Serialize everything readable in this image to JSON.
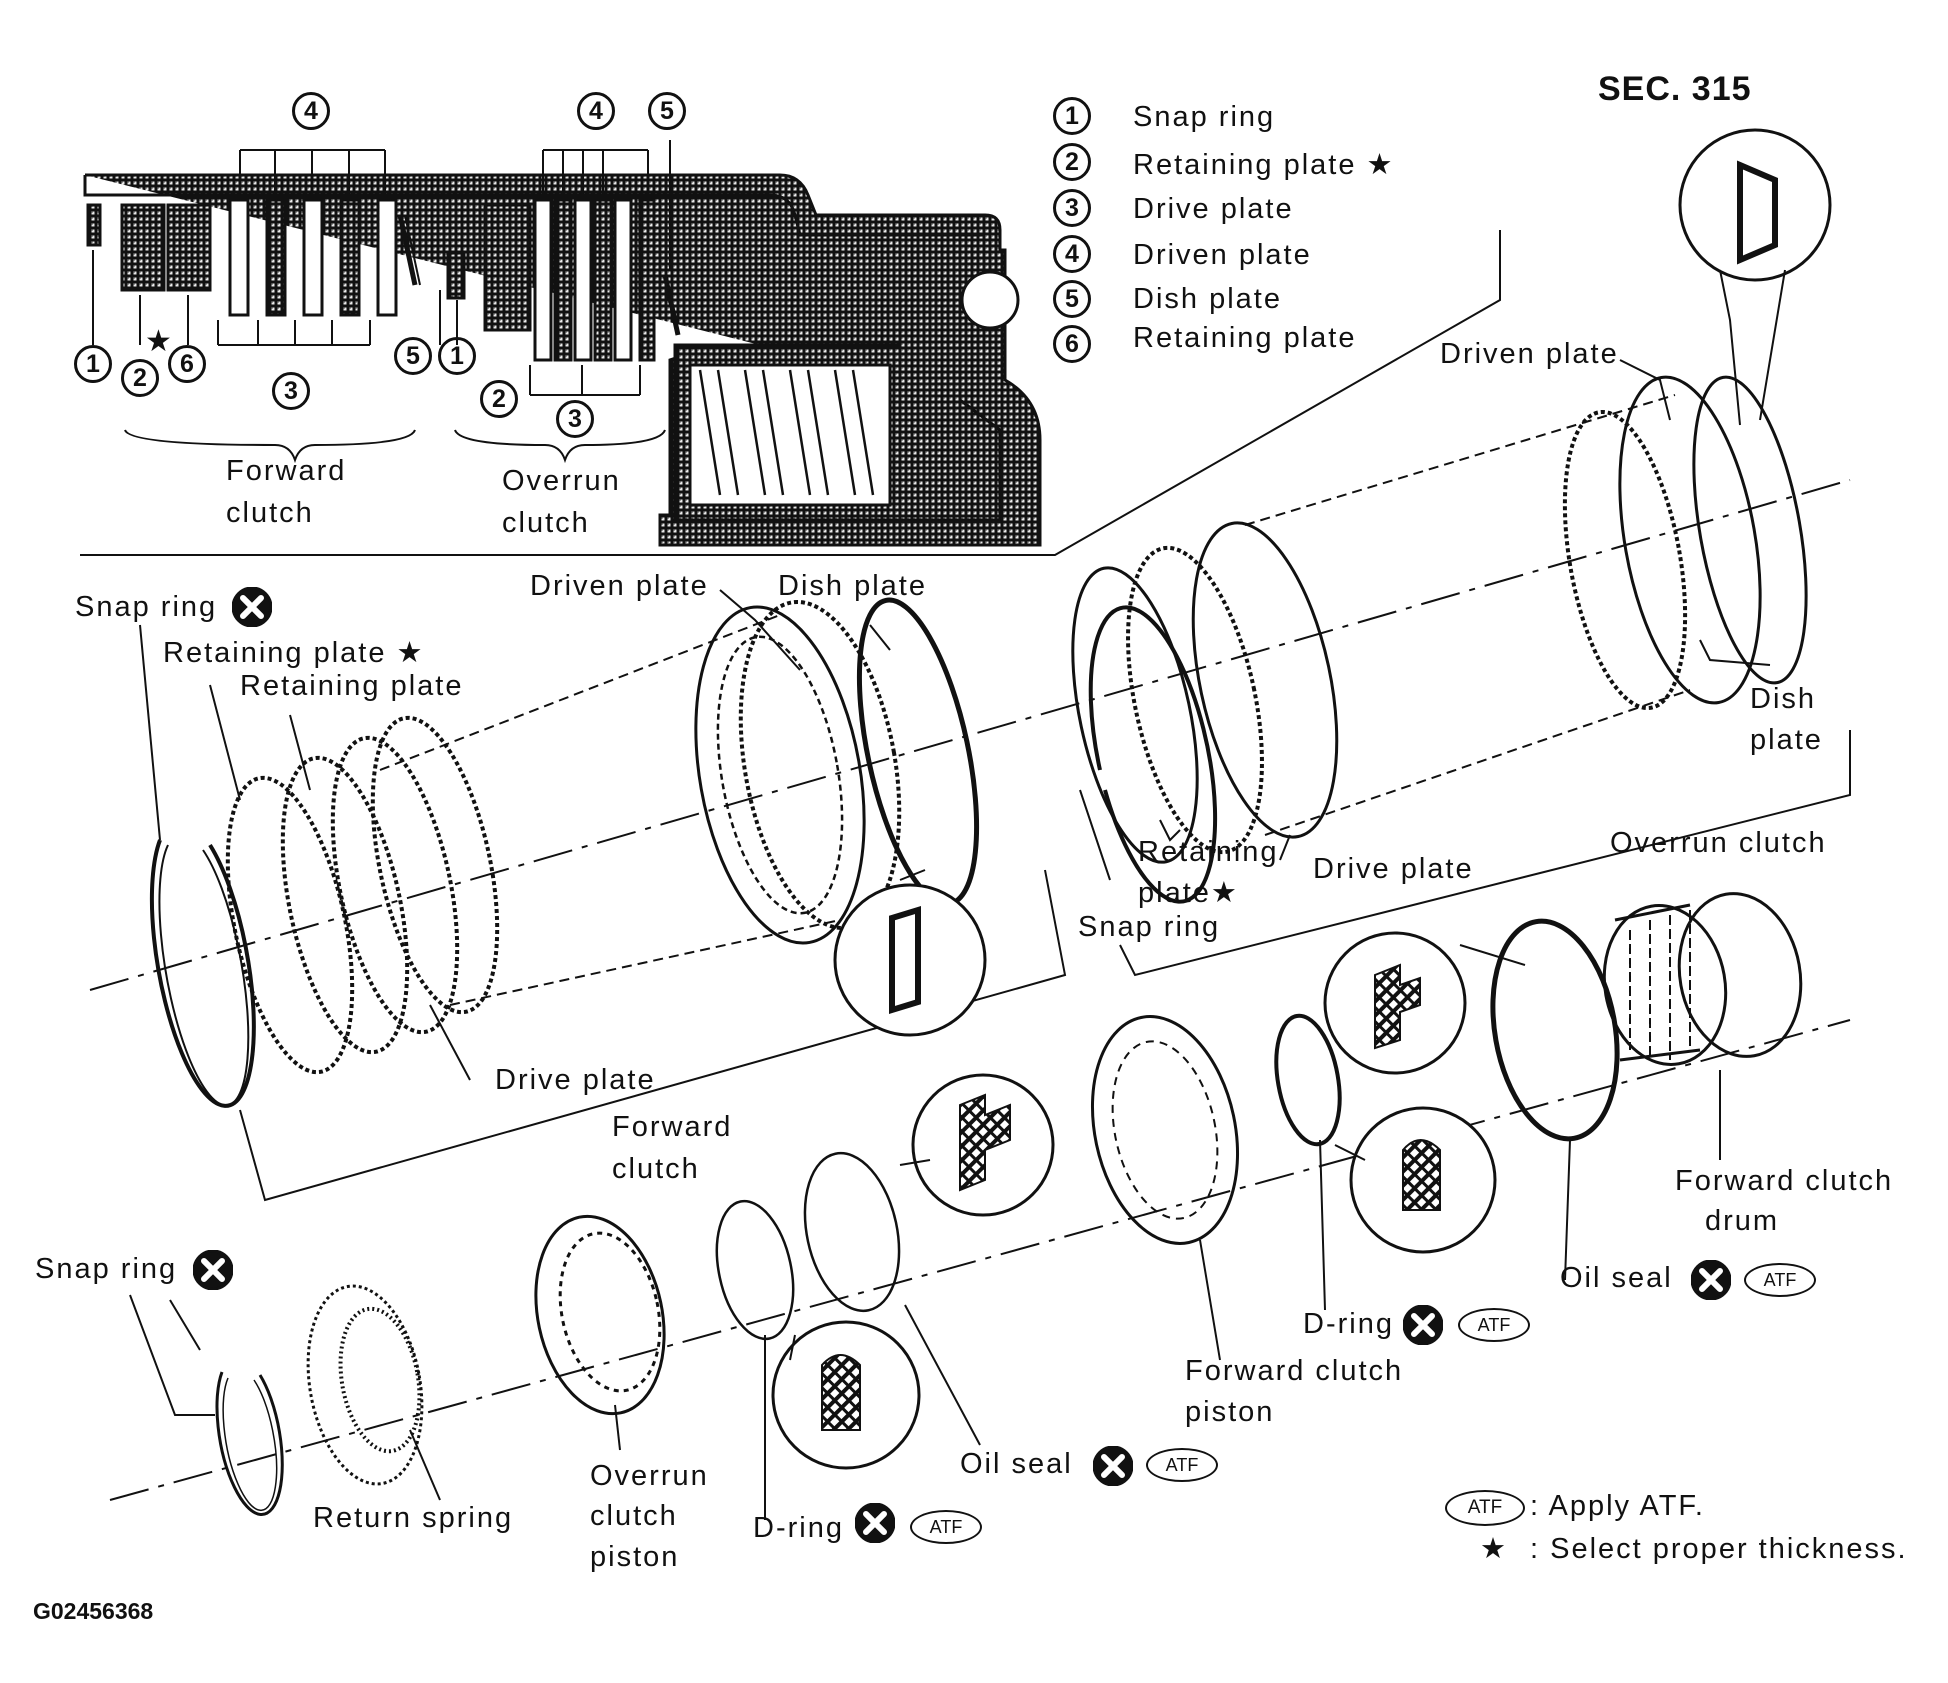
{
  "section": "SEC. 315",
  "figure_id": "G02456368",
  "legend": [
    {
      "num": "1",
      "label": "Snap ring"
    },
    {
      "num": "2",
      "label": "Retaining plate ★"
    },
    {
      "num": "3",
      "label": "Drive plate"
    },
    {
      "num": "4",
      "label": "Driven plate"
    },
    {
      "num": "5",
      "label": "Dish plate"
    },
    {
      "num": "6",
      "label": "Retaining plate"
    }
  ],
  "inset": {
    "forward_clutch": "Forward\nclutch",
    "overrun_clutch": "Overrun\nclutch",
    "callout_numbers": [
      "1",
      "2",
      "3",
      "4",
      "5",
      "6"
    ]
  },
  "labels": {
    "snap_ring_1": "Snap ring",
    "retaining_plate_star": "Retaining plate ★",
    "retaining_plate": "Retaining plate",
    "driven_plate_1": "Driven plate",
    "dish_plate_1": "Dish plate",
    "drive_plate_1": "Drive plate",
    "forward_clutch_1": "Forward",
    "forward_clutch_2": "clutch",
    "driven_plate_2": "Driven plate",
    "dish_plate_2a": "Dish",
    "dish_plate_2b": "plate",
    "retaining_plate_2a": "Retaining",
    "retaining_plate_2b": "plate★",
    "drive_plate_2": "Drive plate",
    "snap_ring_2": "Snap ring",
    "overrun_clutch": "Overrun clutch",
    "snap_ring_3": "Snap ring",
    "return_spring": "Return spring",
    "overrun_piston_1": "Overrun",
    "overrun_piston_2": "clutch",
    "overrun_piston_3": "piston",
    "d_ring_1": "D-ring",
    "oil_seal_1": "Oil seal",
    "forward_piston_1": "Forward clutch",
    "forward_piston_2": "piston",
    "d_ring_2": "D-ring",
    "oil_seal_2": "Oil seal",
    "forward_drum_1": "Forward clutch",
    "forward_drum_2": "drum"
  },
  "atf_badge": "ATF",
  "notes": [
    {
      "symbol": "ATF",
      "text": ": Apply ATF."
    },
    {
      "symbol": "★",
      "text": ": Select proper thickness."
    }
  ],
  "icons": {
    "replace_part": "x-circle-icon",
    "apply_atf": "atf-oval-icon",
    "select_thickness": "star-icon"
  }
}
